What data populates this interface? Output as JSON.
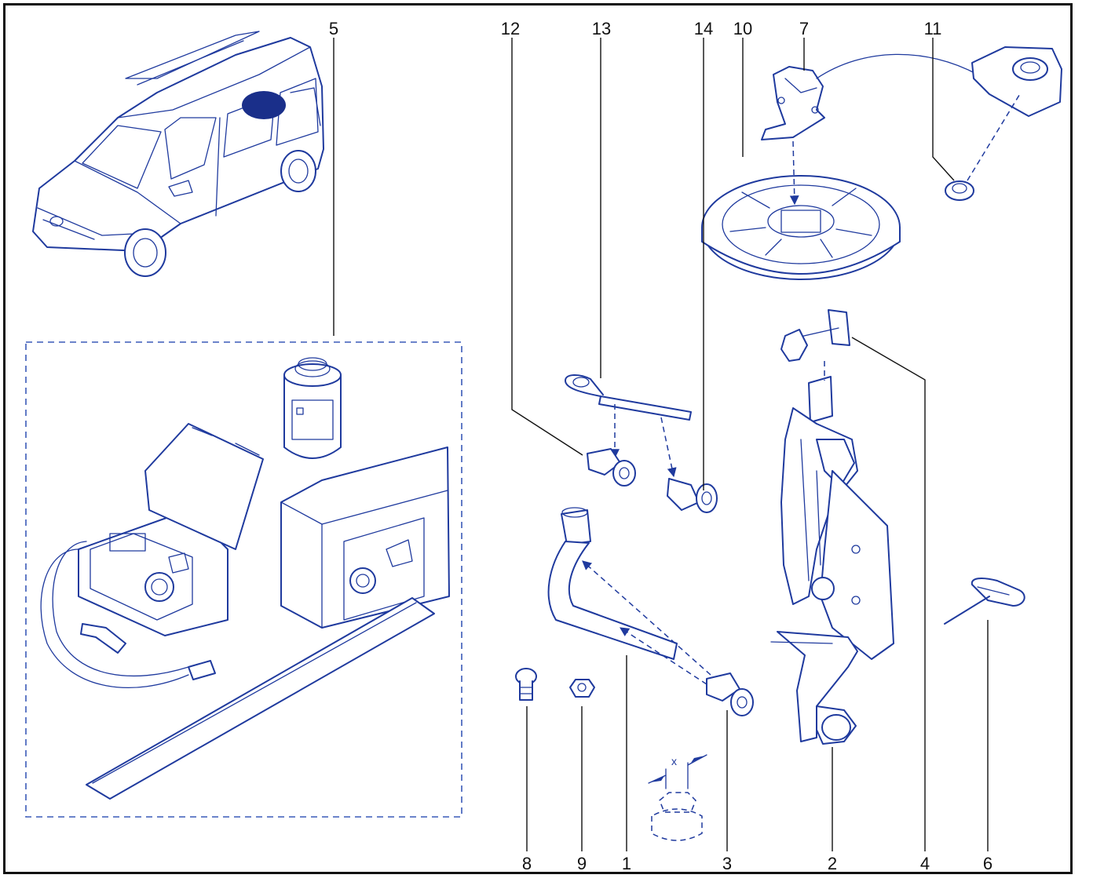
{
  "callouts": {
    "c1": "1",
    "c2": "2",
    "c3": "3",
    "c4": "4",
    "c5": "5",
    "c6": "6",
    "c7": "7",
    "c8": "8",
    "c9": "9",
    "c10": "10",
    "c11": "11",
    "c12": "12",
    "c13": "13",
    "c14": "14"
  },
  "dimension_label": "x",
  "colors": {
    "line": "#1f3a9e",
    "frame": "#111111",
    "highlight": "#1a2f8a"
  }
}
